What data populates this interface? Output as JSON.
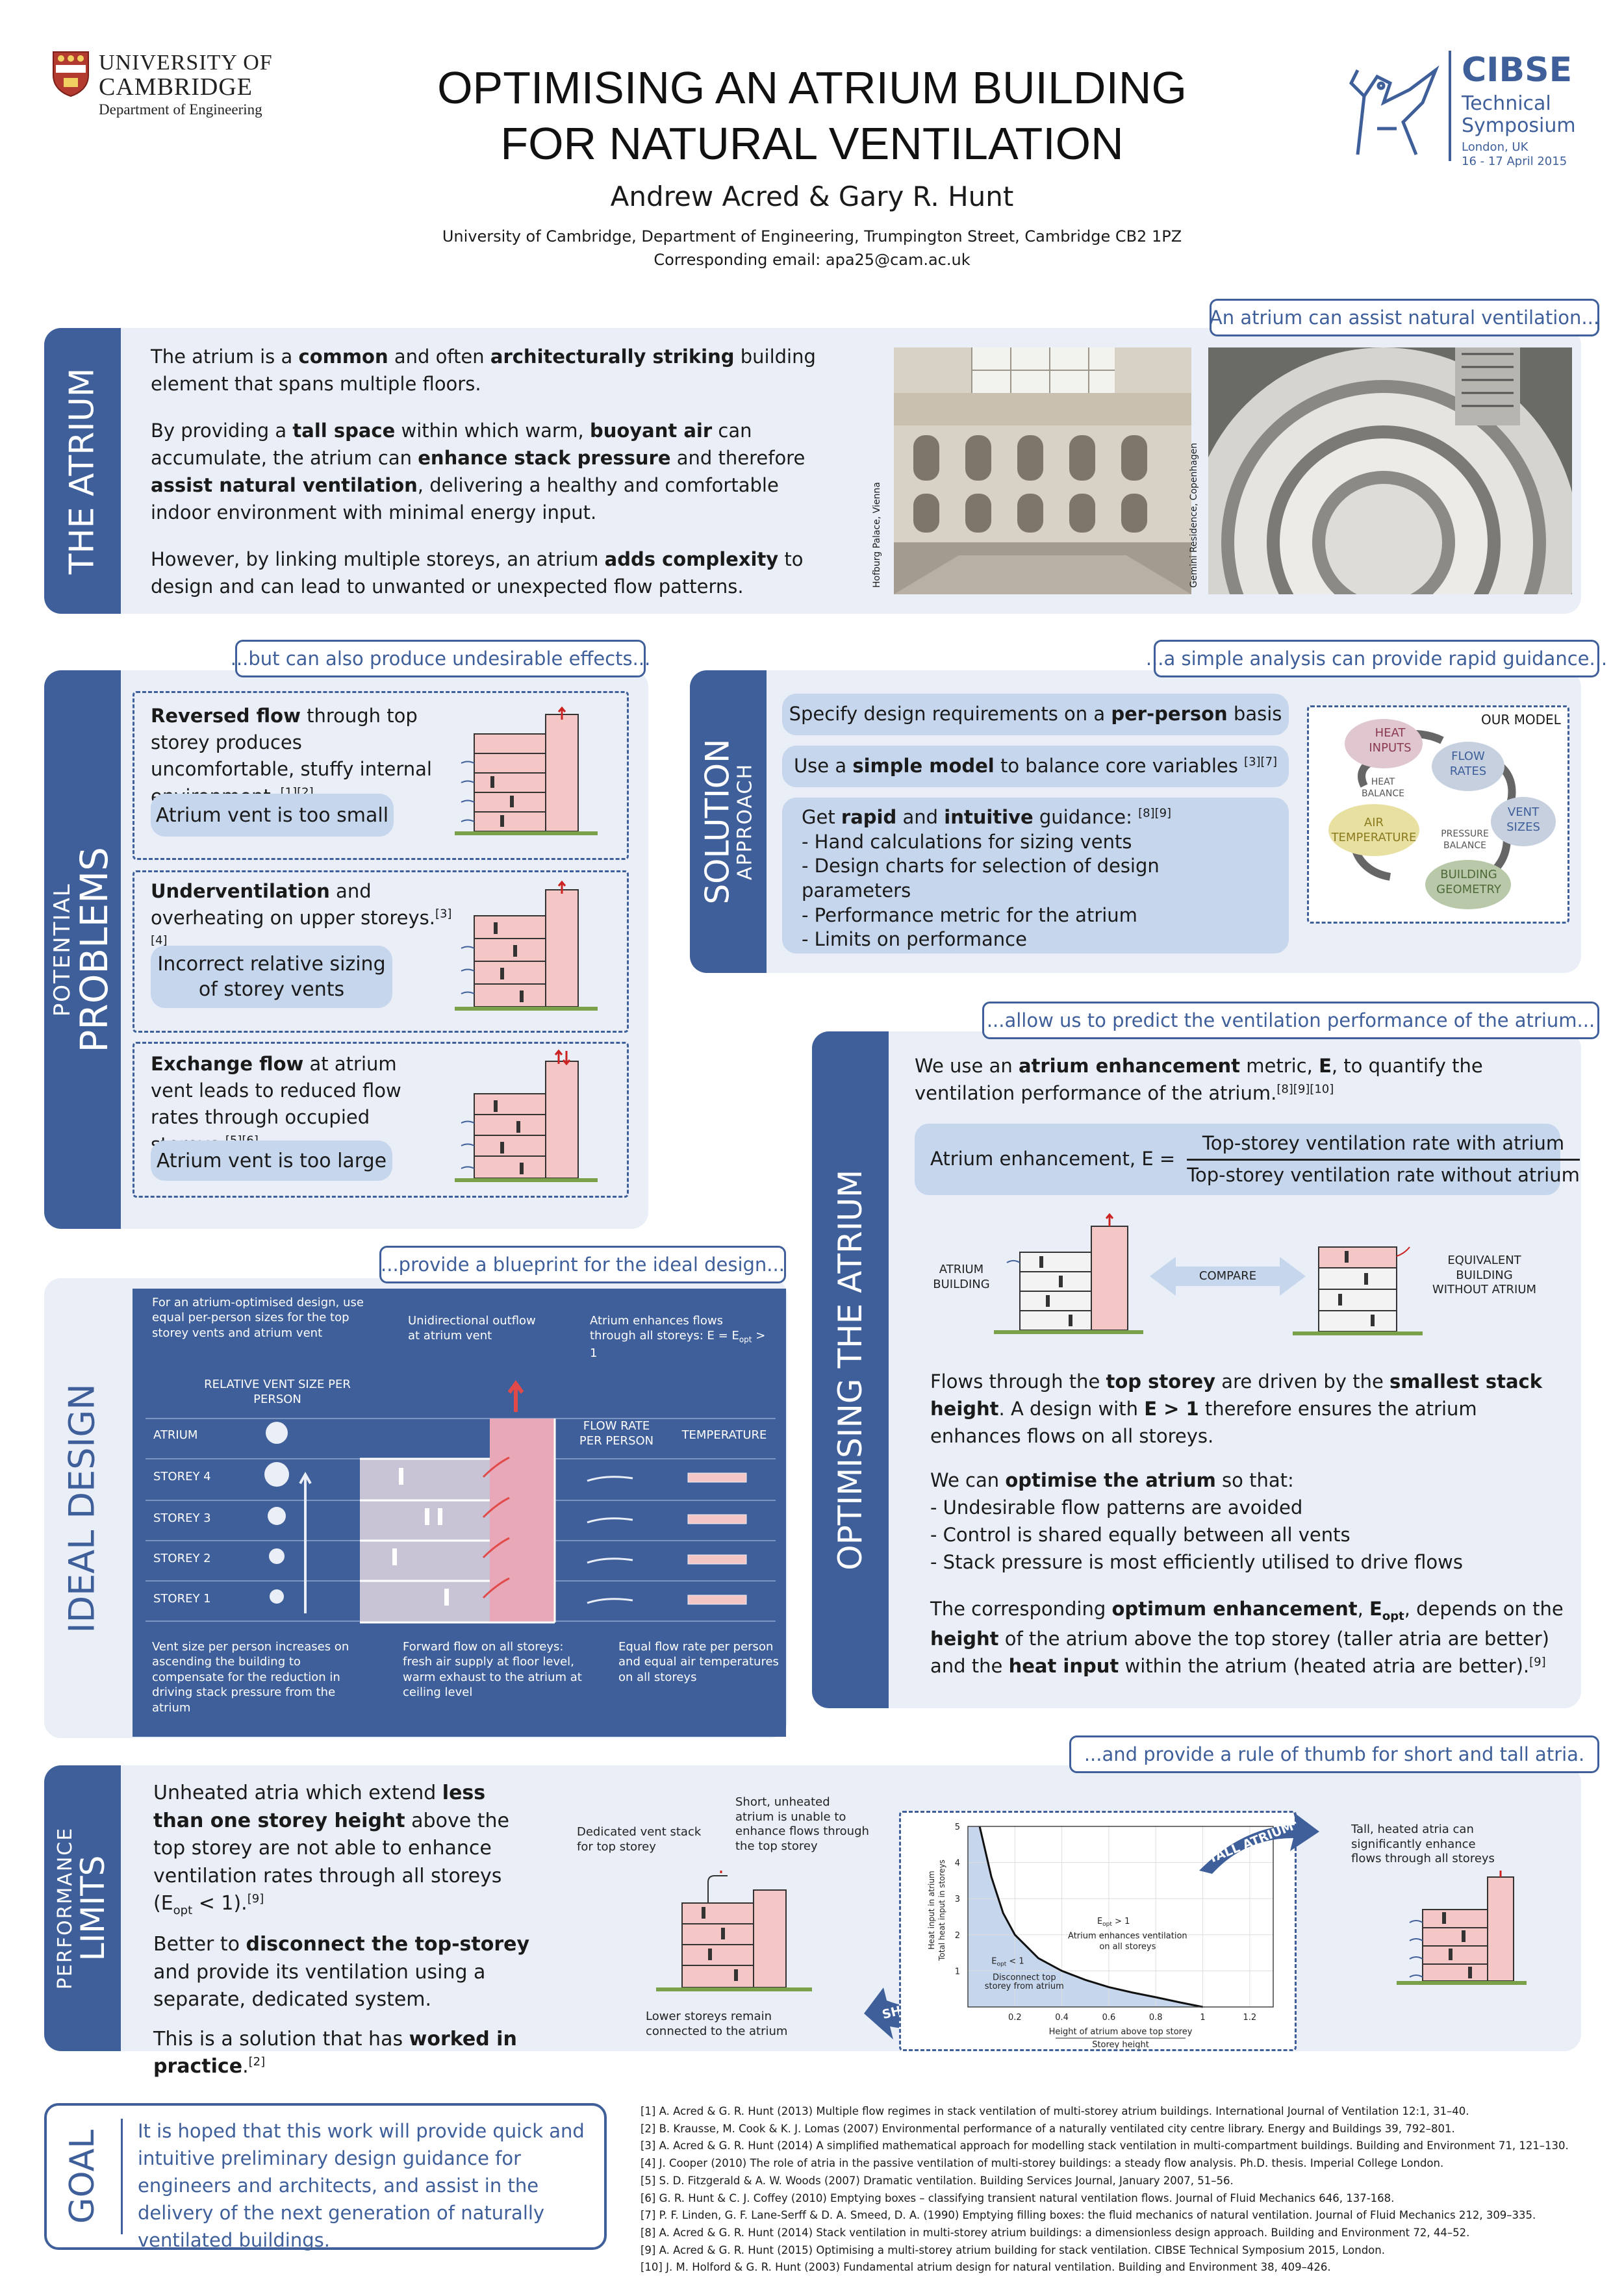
{
  "header": {
    "uni_line1": "UNIVERSITY OF",
    "uni_line2": "CAMBRIDGE",
    "uni_dept": "Department of Engineering",
    "title_line1": "OPTIMISING AN ATRIUM BUILDING",
    "title_line2": "FOR  NATURAL  VENTILATION",
    "authors": "Andrew  Acred  &  Gary  R.  Hunt",
    "affiliation": "University  of  Cambridge,  Department  of  Engineering,  Trumpington  Street,  Cambridge  CB2  1PZ",
    "email": "Corresponding  email:  apa25@cam.ac.uk",
    "cibse": "CIBSE",
    "cibse_tech": "Technical",
    "cibse_symp": "Symposium",
    "cibse_loc": "London, UK",
    "cibse_date": "16 - 17  April  2015"
  },
  "atrium": {
    "tab": "THE ATRIUM",
    "pill": "An atrium can assist natural ventilation...",
    "p1a": "The atrium is a ",
    "p1b": "common",
    "p1c": " and often ",
    "p1d": "architecturally striking",
    "p1e": " building element that spans multiple floors.",
    "p2a": "By providing a ",
    "p2b": "tall space",
    "p2c": " within which warm, ",
    "p2d": "buoyant air",
    "p2e": " can accumulate, the atrium can ",
    "p2f": "enhance stack pressure",
    "p2g": " and therefore ",
    "p2h": "assist natural ventilation",
    "p2i": ", delivering a healthy and comfortable indoor environment with minimal energy input.",
    "p3a": "However, by linking multiple storeys, an atrium ",
    "p3b": "adds complexity",
    "p3c": " to design and can lead to unwanted or unexpected flow patterns.",
    "photo1_caption": "Hofburg Palace, Vienna",
    "photo2_caption": "Gemini Residence, Copenhagen"
  },
  "problems": {
    "tab_small": "POTENTIAL",
    "tab_big": "PROBLEMS",
    "pill": "...but can also produce undesirable effects...",
    "p1_bold": "Reversed flow",
    "p1_rest": " through top storey produces uncomfortable, stuffy internal environment.",
    "p1_ref": " [1][2]",
    "p1_box": "Atrium vent is too small",
    "p2_bold": "Underventilation",
    "p2_rest": " and overheating on upper storeys.",
    "p2_ref": "[3][4]",
    "p2_box_l1": "Incorrect relative sizing",
    "p2_box_l2": "of storey vents",
    "p3_bold": "Exchange flow",
    "p3_rest": " at atrium vent leads to reduced flow rates through occupied storeys.",
    "p3_ref": "[5][6]",
    "p3_box": "Atrium vent is too large"
  },
  "solution": {
    "tab_big": "SOLUTION",
    "tab_small": "APPROACH",
    "pill": "...a simple analysis can provide rapid guidance...",
    "b1a": "Specify design requirements on a ",
    "b1b": "per-person",
    "b1c": " basis",
    "b2a": "Use a ",
    "b2b": "simple model",
    "b2c": " to balance core variables ",
    "b2ref": "[3][7]",
    "b3a": "Get ",
    "b3b": "rapid",
    "b3c": " and ",
    "b3d": "intuitive",
    "b3e": " guidance: ",
    "b3ref": "[8][9]",
    "items": [
      "- Hand calculations for sizing vents",
      "- Design charts for selection of design parameters",
      "- Performance metric for the atrium",
      "- Limits on performance"
    ],
    "model_title": "OUR MODEL",
    "heat_inputs": "HEAT INPUTS",
    "flow_rates": "FLOW RATES",
    "vent_sizes": "VENT SIZES",
    "building_geometry": "BUILDING GEOMETRY",
    "air_temperature": "AIR TEMPERATURE",
    "heat_balance": "HEAT BALANCE",
    "pressure_balance": "PRESSURE BALANCE"
  },
  "optimising": {
    "tab": "OPTIMISING THE ATRIUM",
    "pill": "...allow us to predict the ventilation performance of the atrium...",
    "intro_a": "We use an ",
    "intro_b": "atrium enhancement",
    "intro_c": " metric, ",
    "intro_d": "E",
    "intro_e": ", to quantify the ventilation performance of the atrium.",
    "intro_ref": "[8][9][10]",
    "eq_lhs": "Atrium enhancement, E   =",
    "eq_num": "Top-storey ventilation rate with atrium",
    "eq_den": "Top-storey ventilation rate without atrium",
    "atrium_building": "ATRIUM BUILDING",
    "compare": "COMPARE",
    "equivalent": "EQUIVALENT BUILDING WITHOUT ATRIUM",
    "f1a": "Flows through the ",
    "f1b": "top storey",
    "f1c": " are driven by the ",
    "f1d": "smallest stack height",
    "f1e": ".  A design with ",
    "f1f": "E > 1",
    "f1g": " therefore ensures the atrium enhances flows on all storeys.",
    "f2a": "We can ",
    "f2b": "optimise the atrium",
    "f2c": " so that:",
    "list": [
      "- Undesirable flow patterns are avoided",
      "- Control is shared equally between all vents",
      "- Stack pressure is most efficiently utilised to drive flows"
    ],
    "f3a": "The corresponding ",
    "f3b": "optimum enhancement",
    "f3c": ", ",
    "f3d": "E",
    "f3sub": "opt",
    "f3e": ", depends on the ",
    "f3f": "height",
    "f3g": " of the atrium above the top storey (taller atria are better) and the ",
    "f3h": "heat input",
    "f3i": " within the atrium (heated atria are better).",
    "f3ref": "[9]"
  },
  "ideal": {
    "tab": "IDEAL DESIGN",
    "pill": "...provide a blueprint for the ideal design...",
    "t1": "For an atrium-optimised design, use equal per-person sizes for the top storey vents and atrium vent",
    "t2": "Unidirectional outflow at atrium vent",
    "t3": "Atrium enhances flows through all storeys:    E = E",
    "t3sub": "opt",
    "t3end": " > 1",
    "relvent": "RELATIVE VENT SIZE PER PERSON",
    "flowrate": "FLOW RATE PER PERSON",
    "temperature": "TEMPERATURE",
    "rows": [
      "ATRIUM",
      "STOREY 4",
      "STOREY 3",
      "STOREY 2",
      "STOREY 1"
    ],
    "b1": "Vent size per person increases on ascending the building to compensate for the reduction in driving stack pressure from the atrium",
    "b2": "Forward flow on all storeys: fresh air supply at floor level, warm exhaust to the atrium at ceiling level",
    "b3": "Equal flow rate per person and equal air temperatures on all storeys"
  },
  "limits": {
    "tab_small": "PERFORMANCE",
    "tab_big": "LIMITS",
    "pill": "...and provide a rule of thumb for short and tall atria.",
    "p1a": "Unheated atria which extend ",
    "p1b": "less than one storey height",
    "p1c": " above the top storey are not able to enhance ventilation rates through all storeys (E",
    "p1sub": "opt",
    "p1d": " < 1).",
    "p1ref": "[9]",
    "p2a": "Better to ",
    "p2b": "disconnect the top-storey",
    "p2c": " and provide its ventilation using a separate, dedicated system.",
    "p3a": "This is a solution that has ",
    "p3b": "worked in practice",
    "p3c": ".",
    "p3ref": "[2]",
    "dedicated": "Dedicated vent stack for top storey",
    "short_unheated": "Short, unheated atrium is unable to enhance flows through the top storey",
    "lower_storeys": "Lower storeys remain connected to the atrium",
    "short_atrium": "SHORT ATRIUM",
    "tall_atrium": "TALL ATRIUM",
    "tall_heated": "Tall, heated atria can significantly enhance flows through all storeys"
  },
  "chart_data": {
    "type": "area",
    "ylabel": "Heat input in atrium / Total heat input in storeys",
    "xlabel": "Height of atrium above top storey / Storey height",
    "xticks": [
      0.2,
      0.4,
      0.6,
      0.8,
      1,
      1.2
    ],
    "yticks": [
      1,
      2,
      3,
      4,
      5
    ],
    "xlim": [
      0,
      1.3
    ],
    "ylim": [
      0,
      5
    ],
    "series": [
      {
        "x": [
          0.05,
          0.1,
          0.15,
          0.2,
          0.3,
          0.4,
          0.5,
          0.6,
          0.7,
          0.8,
          0.9,
          1.0
        ],
        "y": [
          5,
          3.6,
          2.6,
          2.0,
          1.35,
          1.0,
          0.75,
          0.55,
          0.4,
          0.27,
          0.13,
          0
        ]
      }
    ],
    "region_low": "E",
    "region_low_sub": "opt",
    "region_low_rest": " < 1",
    "region_low_text": "Disconnect top storey from atrium",
    "region_high": "E",
    "region_high_sub": "opt",
    "region_high_rest": " > 1",
    "region_high_text": "Atrium enhances ventilation on all storeys"
  },
  "goal": {
    "tab": "GOAL",
    "text": "It is hoped that this work will provide quick and intuitive preliminary design guidance for engineers and architects, and assist in the delivery of the next generation of naturally ventilated buildings."
  },
  "references": [
    "[1]   A. Acred & G. R. Hunt (2013)   Multiple flow regimes in stack ventilation of multi-storey atrium buildings.  International Journal of Ventilation 12:1, 31–40.",
    "[2]   B. Krausse, M. Cook & K. J. Lomas (2007)   Environmental performance of a naturally ventilated city centre library.  Energy and Buildings 39, 792–801.",
    "[3]   A. Acred & G. R. Hunt (2014)   A simplified mathematical approach for modelling stack ventilation in multi-compartment buildings.  Building and Environment 71, 121–130.",
    "[4]   J. Cooper (2010)   The role of atria in the passive ventilation of multi-storey buildings: a steady flow analysis.   Ph.D. thesis. Imperial College London.",
    "[5]   S. D. Fitzgerald & A. W. Woods (2007)   Dramatic ventilation.  Building Services Journal, January 2007, 51–56.",
    "[6]   G. R. Hunt & C. J. Coffey (2010)   Emptying boxes – classifying transient natural ventilation flows.  Journal of Fluid Mechanics 646, 137-168.",
    "[7]   P. F. Linden, G. F. Lane-Serff & D. A. Smeed, D. A. (1990)   Emptying filling boxes: the fluid mechanics of natural ventilation.  Journal of Fluid Mechanics 212, 309–335.",
    "[8]   A. Acred & G. R. Hunt (2014)   Stack ventilation in multi-storey atrium buildings: a dimensionless design approach.  Building and Environment 72, 44–52.",
    "[9]   A. Acred & G. R. Hunt (2015)   Optimising a multi-storey atrium building for stack ventilation.  CIBSE Technical Symposium 2015, London.",
    "[10]   J. M. Holford & G. R. Hunt (2003)   Fundamental atrium design for natural ventilation.  Building and Environment 38, 409–426."
  ],
  "colors": {
    "accent": "#3f5f9a",
    "panel": "#e9eef7",
    "subbox": "#c6d6ec",
    "building": "#f5c6c6"
  }
}
